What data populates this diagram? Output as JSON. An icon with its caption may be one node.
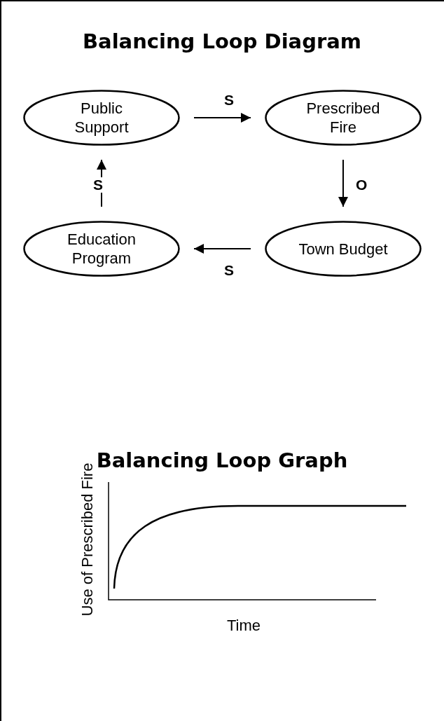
{
  "diagram": {
    "title": "Balancing Loop Diagram",
    "nodes": [
      {
        "text": [
          "Public Support"
        ]
      },
      {
        "text": [
          "Prescribed Fire"
        ]
      },
      {
        "text": [
          "Education Program"
        ]
      },
      {
        "text": [
          "Town Budget"
        ]
      }
    ],
    "edges": [
      {
        "from": 0,
        "to": 1,
        "arrow": "to",
        "label": "S"
      },
      {
        "from": 1,
        "to": 3,
        "arrow": "to",
        "label": "O"
      },
      {
        "from": 3,
        "to": 2,
        "arrow": "to",
        "label": "S"
      },
      {
        "from": 2,
        "to": 0,
        "arrow": "to",
        "label": "S"
      }
    ],
    "labels": [
      "Balancing Loop Graph",
      "Use of Prescribed Fire",
      "Time"
    ]
  }
}
